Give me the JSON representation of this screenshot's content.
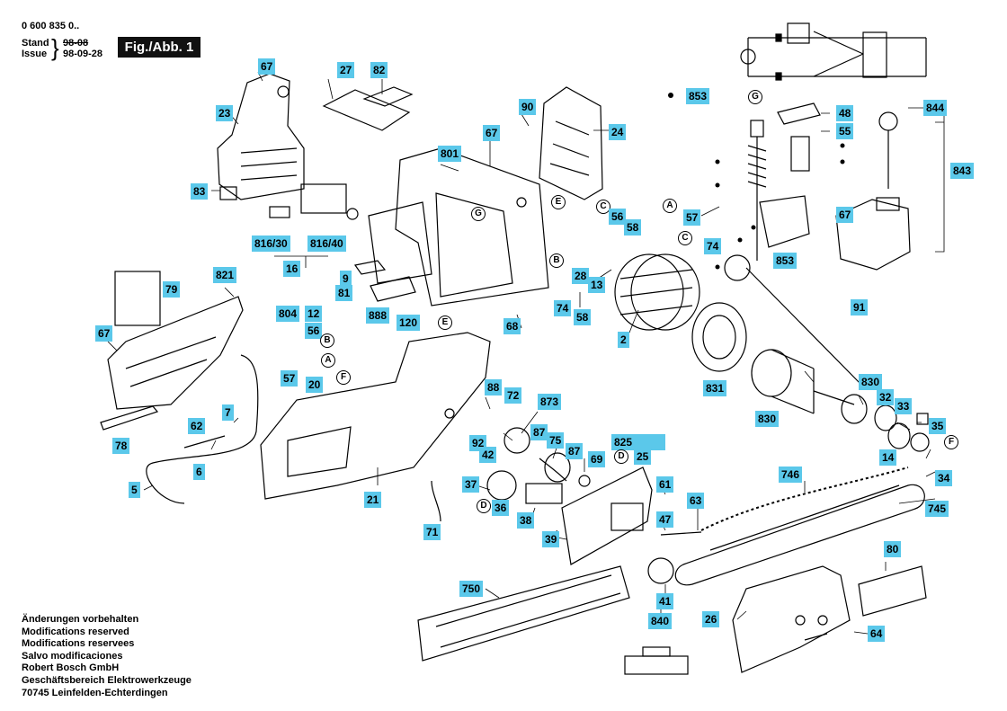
{
  "header": {
    "doc_number": "0 600 835 0..",
    "stand_label": "Stand",
    "stand_date": "98-08",
    "issue_label": "Issue",
    "issue_date": "98-09-28",
    "figure_title": "Fig./Abb. 1"
  },
  "footer": {
    "lines": [
      "Änderungen vorbehalten",
      "Modifications reserved",
      "Modifications reservees",
      "Salvo modificaciones",
      "Robert Bosch GmbH",
      "Geschäftsbereich Elektrowerkzeuge",
      "70745 Leinfelden-Echterdingen"
    ]
  },
  "colors": {
    "label_bg": "#5bc8ea",
    "ink": "#000000",
    "title_bg": "#111111"
  },
  "part_labels": [
    "67",
    "27",
    "82",
    "23",
    "90",
    "67",
    "24",
    "853",
    "48",
    "55",
    "844",
    "843",
    "83",
    "801",
    "E",
    "C",
    "56",
    "58",
    "A",
    "57",
    "74",
    "C",
    "67",
    "853",
    "816/30",
    "816/40",
    "16",
    "B",
    "28",
    "13",
    "821",
    "79",
    "9",
    "81",
    "888",
    "120",
    "74",
    "58",
    "2",
    "91",
    "804",
    "12",
    "67",
    "56",
    "57",
    "20",
    "68",
    "E",
    "831",
    "830",
    "830",
    "32",
    "33",
    "35",
    "88",
    "72",
    "873",
    "87",
    "75",
    "87",
    "825",
    "25",
    "62",
    "7",
    "92",
    "42",
    "69",
    "D",
    "14",
    "34",
    "F",
    "78",
    "6",
    "5",
    "21",
    "37",
    "36",
    "38",
    "746",
    "61",
    "63",
    "47",
    "745",
    "71",
    "39",
    "80",
    "750",
    "41",
    "840",
    "26",
    "64",
    "B",
    "A",
    "F",
    "D",
    "G",
    "G"
  ],
  "callouts": [
    "A",
    "B",
    "C",
    "D",
    "E",
    "F",
    "G"
  ]
}
